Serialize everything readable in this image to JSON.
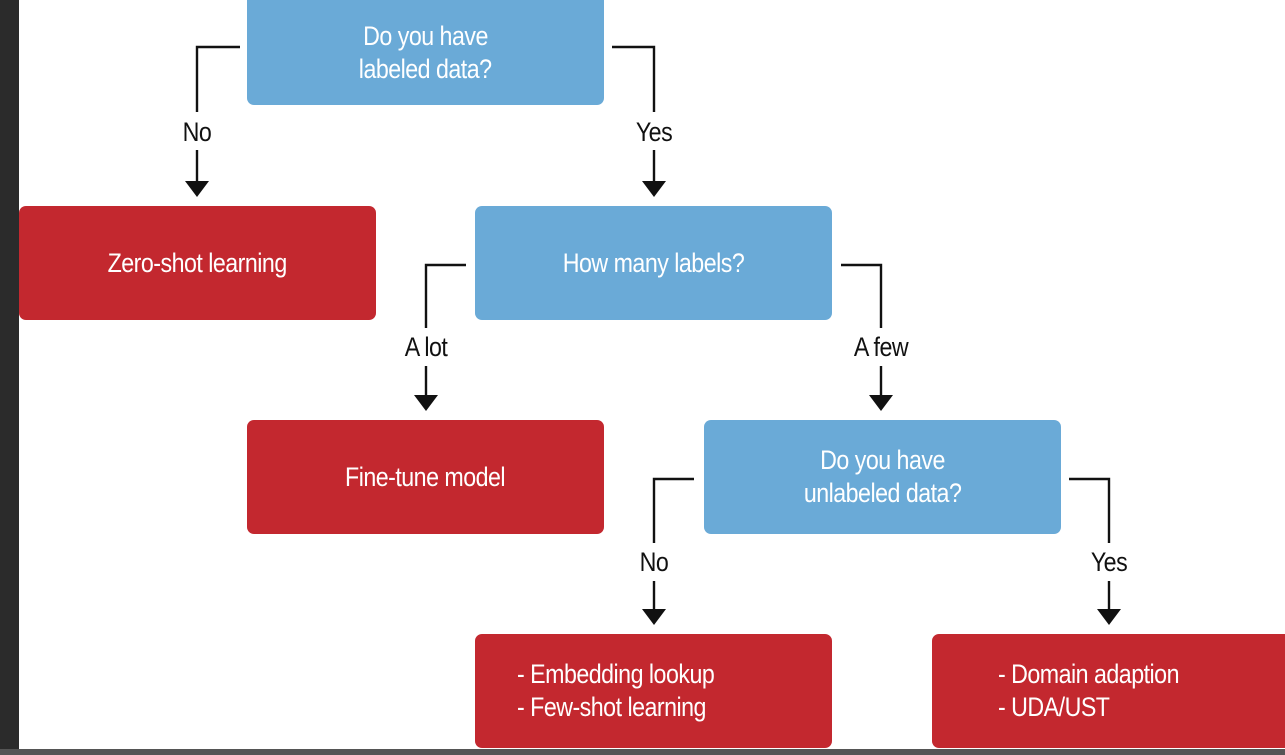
{
  "colors": {
    "question_fill": "#6aaad7",
    "outcome_fill": "#c3282f",
    "connector": "#111111",
    "background": "#ffffff"
  },
  "nodes": {
    "q_labeled": {
      "lines": [
        "Do you have",
        "labeled data?"
      ]
    },
    "q_how_many": {
      "lines": [
        "How many labels?"
      ]
    },
    "q_unlabeled": {
      "lines": [
        "Do you have",
        "unlabeled data?"
      ]
    },
    "r_zero_shot": {
      "lines": [
        "Zero-shot learning"
      ]
    },
    "r_fine_tune": {
      "lines": [
        "Fine-tune model"
      ]
    },
    "r_embedding": {
      "lines": [
        "- Embedding lookup",
        "- Few-shot learning"
      ]
    },
    "r_domain": {
      "lines": [
        "- Domain adaption",
        "- UDA/UST"
      ]
    }
  },
  "edges": {
    "labeled_no": "No",
    "labeled_yes": "Yes",
    "how_many_a_lot": "A lot",
    "how_many_a_few": "A few",
    "unlabeled_no": "No",
    "unlabeled_yes": "Yes"
  }
}
